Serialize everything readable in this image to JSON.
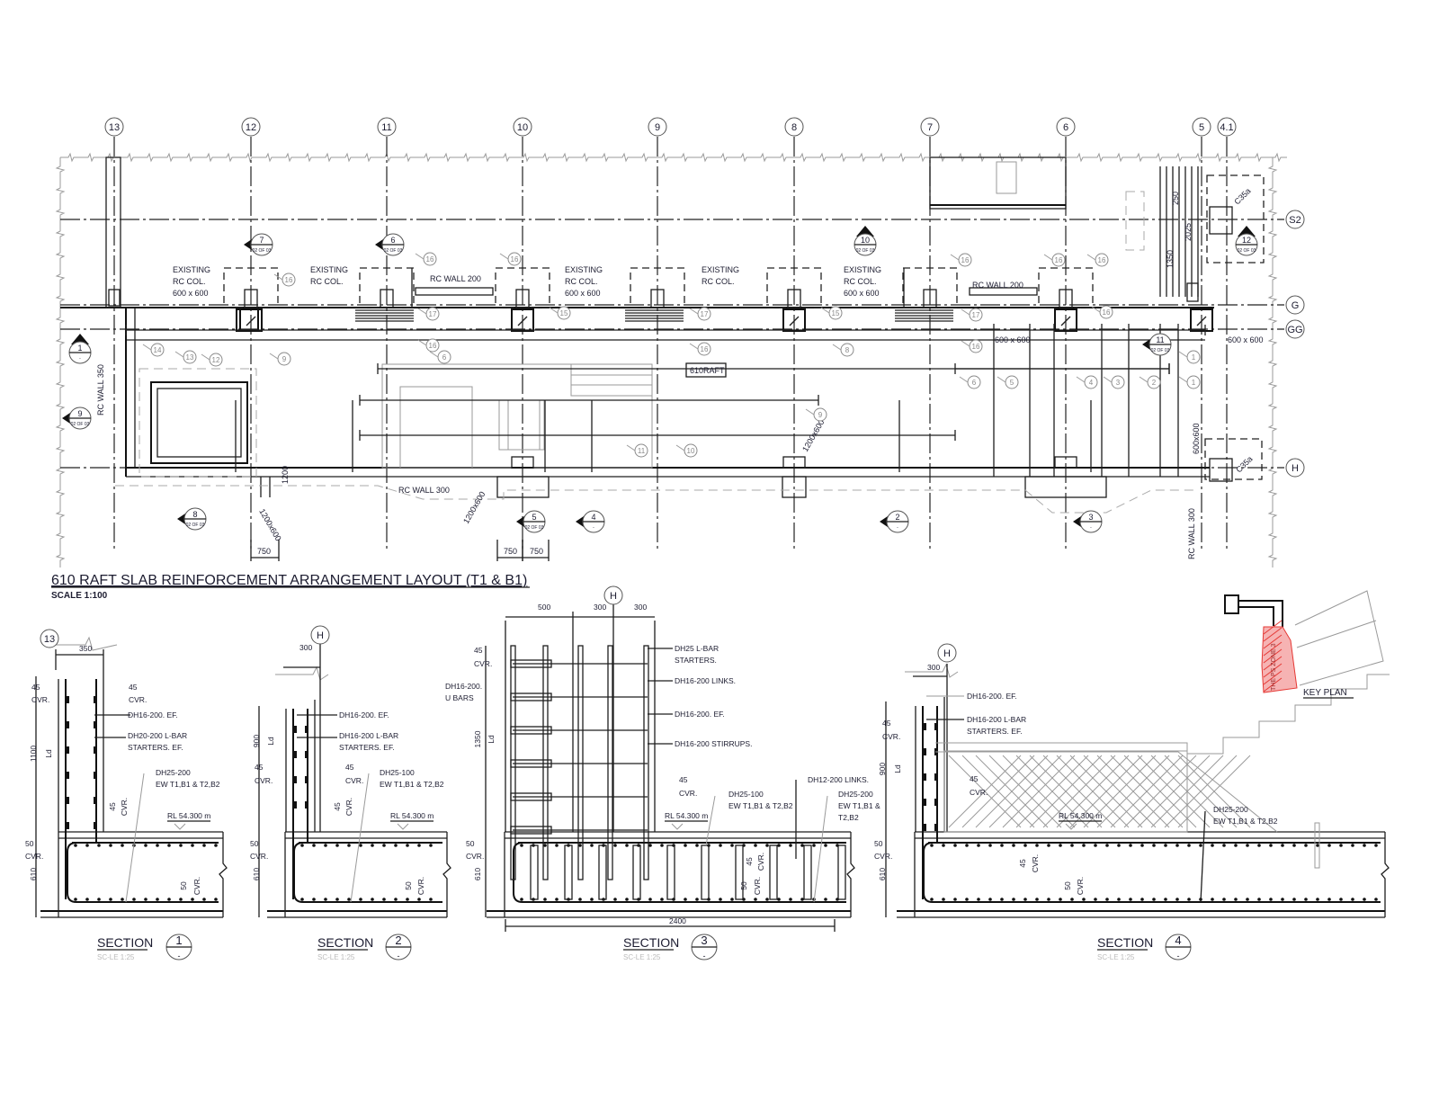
{
  "drawing": {
    "title": "610 RAFT SLAB REINFORCEMENT ARRANGEMENT LAYOUT (T1 & B1)",
    "scale": "SCALE 1:100"
  },
  "grid": {
    "columns": [
      "13",
      "12",
      "11",
      "10",
      "9",
      "8",
      "7",
      "6",
      "5",
      "4.1"
    ],
    "rows": [
      "S2",
      "G",
      "GG",
      "H"
    ]
  },
  "plan": {
    "labels": [
      "EXISTING",
      "RC COL.",
      "600 x 600",
      "EXISTING",
      "RC COL.",
      "RC WALL 200",
      "EXISTING",
      "RC COL.",
      "600 x 600",
      "EXISTING",
      "RC COL.",
      "EXISTING",
      "RC COL.",
      "600 x 600",
      "RC WALL 200",
      "600 x 600",
      "600 x 600",
      "610RAFT",
      "RC WALL 350",
      "RC WALL 300",
      "1200x600",
      "1200x600",
      "1200x600",
      "1200",
      "RC WALL 300",
      "600x600",
      "C35a",
      "C35a",
      "250",
      "2025",
      "1350",
      "750",
      "750",
      "750"
    ],
    "section_marks": [
      {
        "num": "7",
        "sheet": "02 OF 03"
      },
      {
        "num": "6",
        "sheet": "02 OF 03"
      },
      {
        "num": "10",
        "sheet": "02 OF 03"
      },
      {
        "num": "12",
        "sheet": "02 OF 03"
      },
      {
        "num": "11",
        "sheet": "02 OF 03"
      },
      {
        "num": "1",
        "sheet": "-"
      },
      {
        "num": "9",
        "sheet": "02 OF 03"
      },
      {
        "num": "8",
        "sheet": "02 OF 03"
      },
      {
        "num": "5",
        "sheet": "02 OF 03"
      },
      {
        "num": "4",
        "sheet": "-"
      },
      {
        "num": "2",
        "sheet": "-"
      },
      {
        "num": "3",
        "sheet": "-"
      }
    ],
    "callouts": [
      "16",
      "14",
      "13",
      "12",
      "9",
      "16",
      "17",
      "16",
      "6",
      "16",
      "15",
      "17",
      "16",
      "8",
      "9",
      "11",
      "10",
      "15",
      "17",
      "16",
      "16",
      "16",
      "16",
      "16",
      "6",
      "5",
      "4",
      "3",
      "2",
      "1",
      "1"
    ]
  },
  "sections": [
    {
      "title": "SECTION",
      "number": "1",
      "sub": "-",
      "scale": "SC-LE 1:25",
      "labels": [
        "13",
        "350",
        "45",
        "CVR.",
        "45",
        "CVR.",
        "DH16-200. EF.",
        "DH20-200 L-BAR",
        "STARTERS. EF.",
        "DH25-200",
        "EW T1,B1 & T2,B2",
        "1100",
        "Ld",
        "45",
        "CVR.",
        "RL 54.300 m",
        "50",
        "CVR.",
        "610",
        "50",
        "CVR."
      ]
    },
    {
      "title": "SECTION",
      "number": "2",
      "sub": "-",
      "scale": "SC-LE 1:25",
      "labels": [
        "H",
        "300",
        "900",
        "Ld",
        "DH16-200. EF.",
        "DH16-200 L-BAR",
        "STARTERS. EF.",
        "45",
        "CVR.",
        "45",
        "CVR.",
        "DH25-100",
        "EW T1,B1 & T2,B2",
        "45",
        "CVR.",
        "RL 54.300 m",
        "50",
        "CVR.",
        "610",
        "50",
        "CVR."
      ]
    },
    {
      "title": "SECTION",
      "number": "3",
      "sub": "-",
      "scale": "SC-LE 1:25",
      "labels": [
        "H",
        "500",
        "300",
        "300",
        "45",
        "CVR.",
        "DH16-200.",
        "U BARS",
        "1350",
        "Ld",
        "DH25 L-BAR",
        "STARTERS.",
        "DH16-200 LINKS.",
        "DH16-200. EF.",
        "DH16-200 STIRRUPS.",
        "45",
        "CVR.",
        "DH12-200 LINKS.",
        "DH25-100",
        "EW T1,B1 & T2,B2",
        "DH25-200",
        "EW T1,B1 &",
        "T2,B2",
        "RL 54.300 m",
        "45",
        "CVR.",
        "50",
        "CVR.",
        "50",
        "CVR.",
        "610",
        "2400"
      ]
    },
    {
      "title": "SECTION",
      "number": "4",
      "sub": "-",
      "scale": "SC-LE 1:25",
      "labels": [
        "H",
        "300",
        "DH16-200. EF.",
        "DH16-200 L-BAR",
        "STARTERS. EF.",
        "45",
        "CVR.",
        "900",
        "Ld",
        "45",
        "CVR.",
        "RL 54.300 m",
        "DH25-200",
        "EW T1,B1 & T2,B2",
        "50",
        "CVR.",
        "610",
        "45",
        "CVR.",
        "50",
        "CVR."
      ]
    }
  ],
  "key_plan": {
    "title": "KEY PLAN",
    "zone": "THE PS ZONE 3"
  },
  "colors": {
    "line": "#1e1e1e",
    "text": "#1c1c30",
    "secondary": "#9a9a9a",
    "zone_highlight": "#e53935"
  }
}
